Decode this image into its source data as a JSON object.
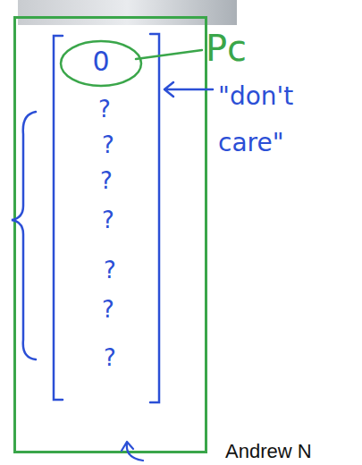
{
  "diagram": {
    "nodes": [
      {
        "text": [
          "?",
          "?",
          "?",
          "?",
          "?",
          "?",
          "?"
        ]
      },
      {
        "text": [
          "0"
        ],
        "in": 0
      }
    ],
    "labels": [
      "Pc",
      "\"don't care\"",
      "Andrew N"
    ]
  }
}
